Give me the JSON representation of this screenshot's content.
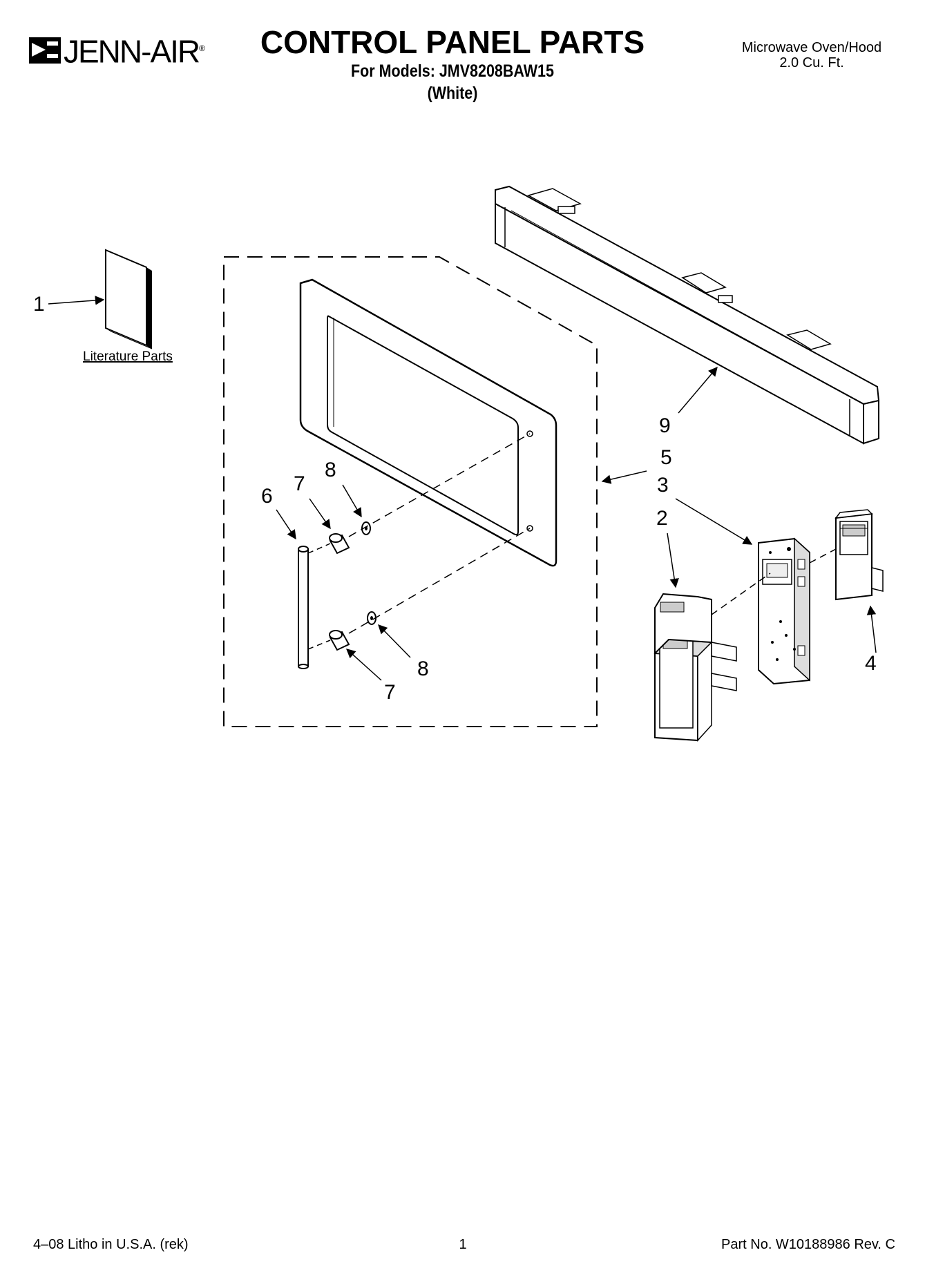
{
  "brand": {
    "name": "JENN-AIR",
    "registered_mark": "®"
  },
  "header": {
    "title": "CONTROL PANEL PARTS",
    "models_line": "For Models: JMV8208BAW15",
    "color_line": "(White)",
    "product_line1": "Microwave Oven/Hood",
    "product_line2": "2.0 Cu. Ft."
  },
  "diagram": {
    "literature_label": "Literature Parts",
    "callouts": [
      "1",
      "2",
      "3",
      "4",
      "5",
      "6",
      "7",
      "7",
      "8",
      "8",
      "9"
    ]
  },
  "footer": {
    "litho": "4–08 Litho in U.S.A. (rek)",
    "page": "1",
    "part_number": "Part No. W10188986 Rev. C"
  },
  "colors": {
    "ink": "#000000",
    "paper": "#ffffff",
    "shade": "#cccccc"
  }
}
